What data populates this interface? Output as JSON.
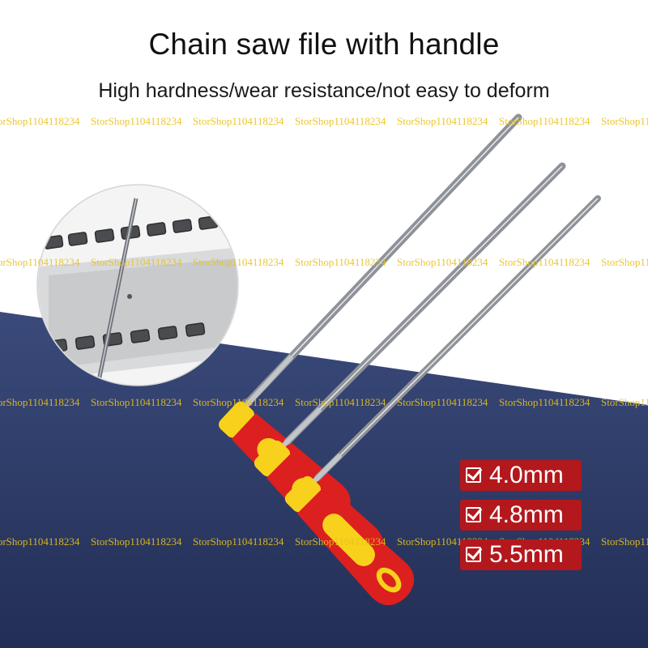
{
  "title": "Chain saw file with handle",
  "subtitle": "High hardness/wear resistance/not easy to deform",
  "watermark": {
    "text": "StorShop1104118234",
    "color": "#e8c21a"
  },
  "sizes": [
    {
      "label": "4.0mm"
    },
    {
      "label": "4.8mm"
    },
    {
      "label": "5.5mm"
    }
  ],
  "colors": {
    "background_top": "#ffffff",
    "background_bottom": "#2b3a66",
    "handle_red": "#dc1f1f",
    "handle_yellow": "#f7d11c",
    "tag_red": "#b3181d"
  }
}
